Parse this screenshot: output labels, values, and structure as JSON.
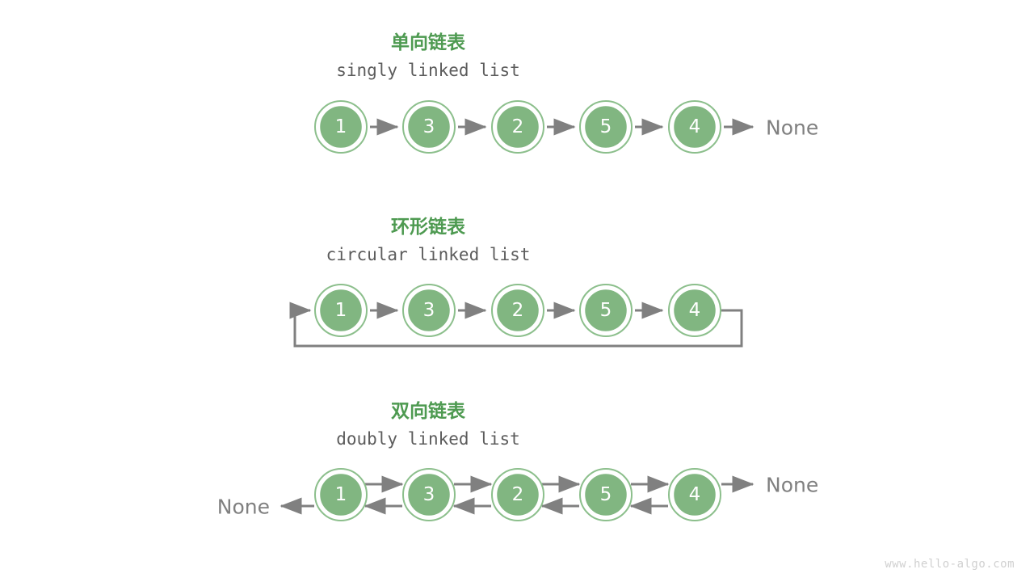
{
  "meta": {
    "watermark": "www.hello-algo.com",
    "colors": {
      "node_fill": "#81b681",
      "node_ring": "#8cbf8c",
      "node_gap": "#ffffff",
      "node_text": "#ffffff",
      "heading_green": "#4e9a51",
      "subtitle_gray": "#5c5c5c",
      "arrow_gray": "#808080",
      "watermark_gray": "#d0d0d0",
      "background": "#ffffff"
    }
  },
  "diagram": {
    "type": "linked-list-variants",
    "sections": [
      {
        "id": "singly",
        "title_cn": "单向链表",
        "title_en": "singly linked list",
        "values": [
          1,
          3,
          2,
          5,
          4
        ],
        "forward_links": true,
        "backward_links": false,
        "circular": false,
        "tail_label": "None",
        "head_label": null
      },
      {
        "id": "circular",
        "title_cn": "环形链表",
        "title_en": "circular linked list",
        "values": [
          1,
          3,
          2,
          5,
          4
        ],
        "forward_links": true,
        "backward_links": false,
        "circular": true,
        "tail_label": null,
        "head_label": null
      },
      {
        "id": "doubly",
        "title_cn": "双向链表",
        "title_en": "doubly linked list",
        "values": [
          1,
          3,
          2,
          5,
          4
        ],
        "forward_links": true,
        "backward_links": true,
        "circular": false,
        "tail_label": "None",
        "head_label": "None"
      }
    ]
  }
}
